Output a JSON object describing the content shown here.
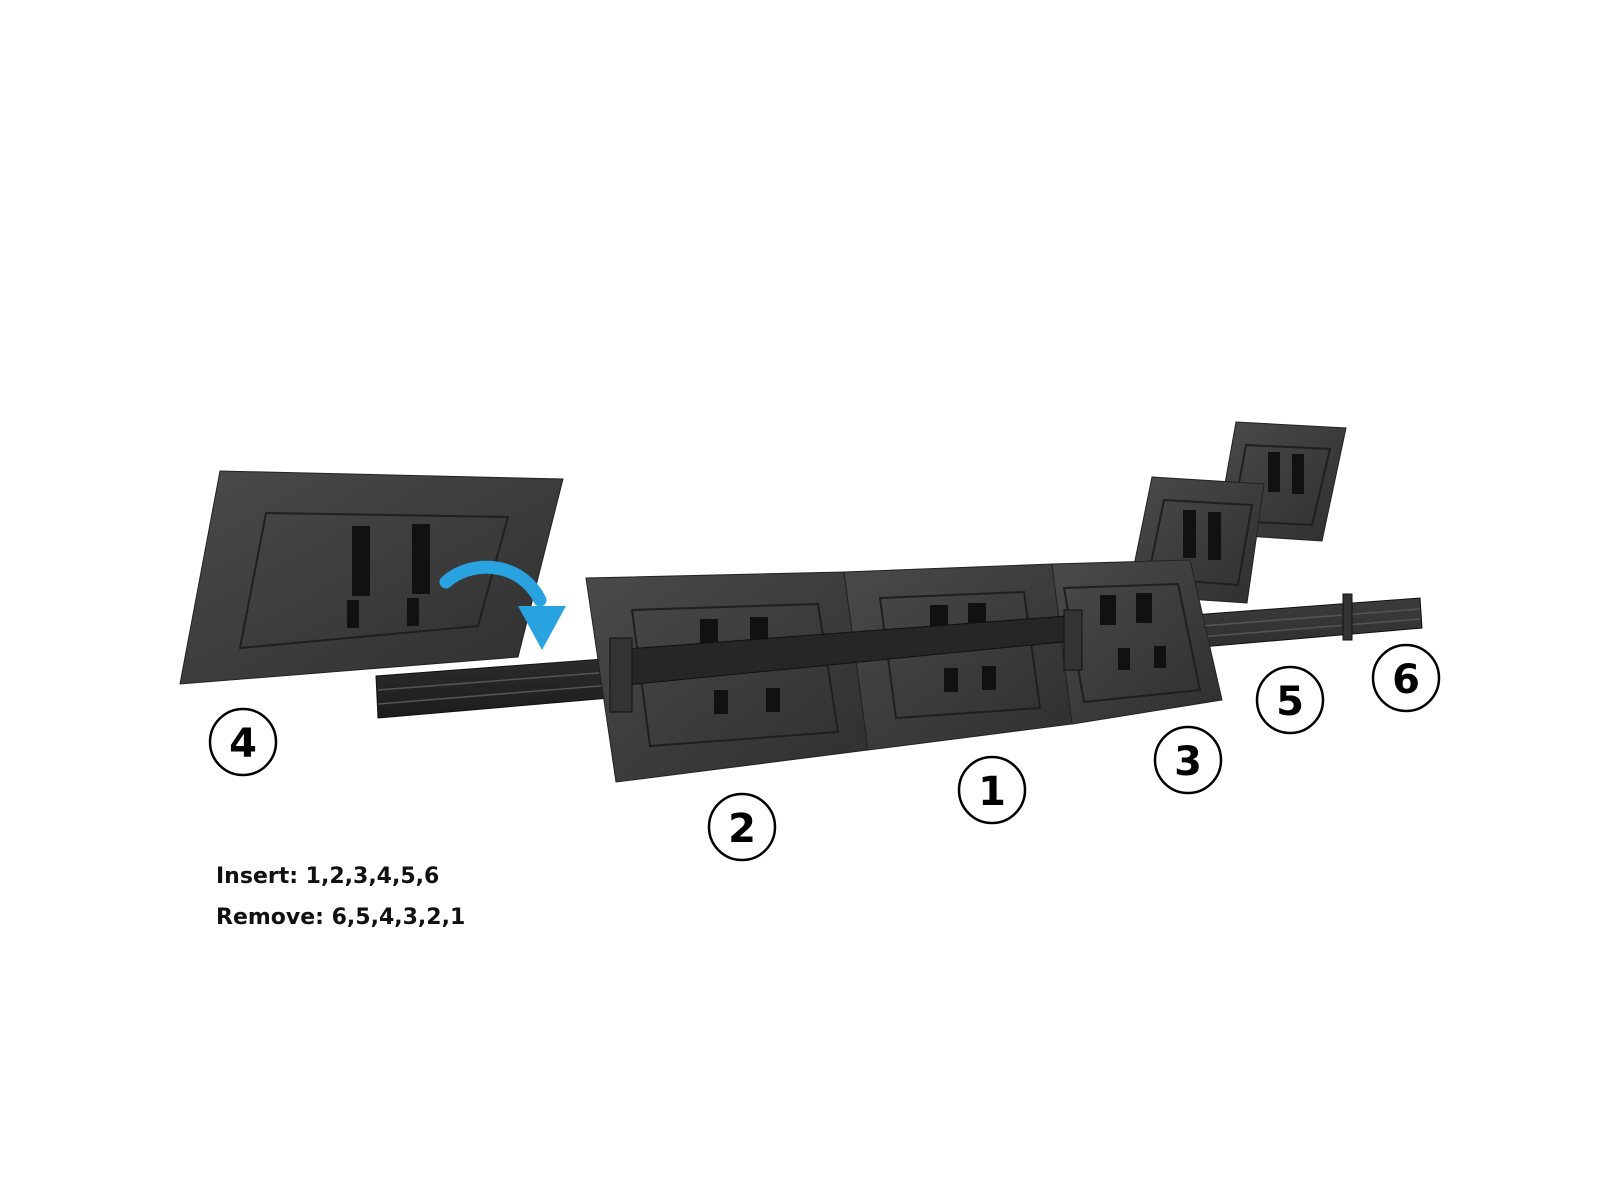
{
  "steps": {
    "step_1": "1",
    "step_2": "2",
    "step_3": "3",
    "step_4": "4",
    "step_5": "5",
    "step_6": "6"
  },
  "instructions": {
    "insert": "Insert: 1,2,3,4,5,6",
    "remove": "Remove: 6,5,4,3,2,1"
  },
  "colors": {
    "panel": "#3a3a3a",
    "panel_edge": "#2a2a2a",
    "rail": "#2b2b2b",
    "arrow": "#29a3e0",
    "text": "#111111"
  }
}
